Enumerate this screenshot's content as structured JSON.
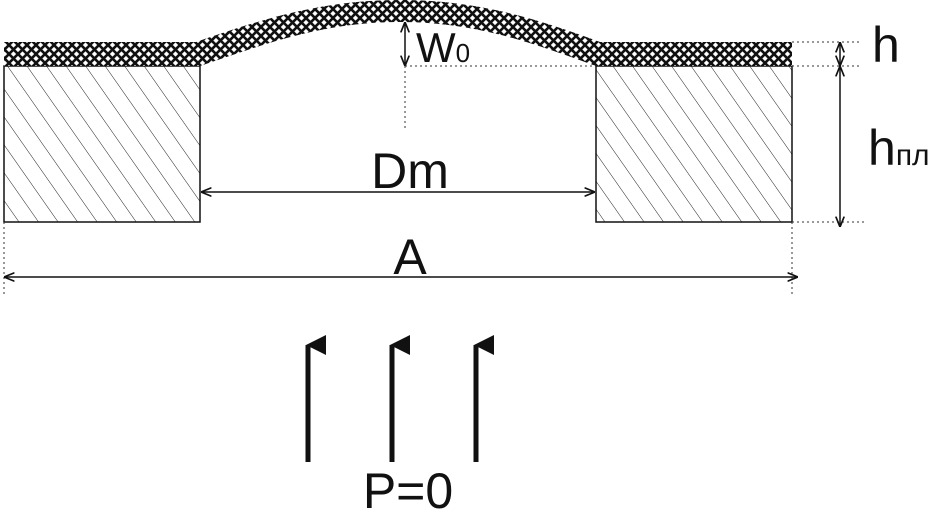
{
  "labels": {
    "w0_main": "W",
    "w0_sub": "0",
    "h": "h",
    "hpl_main": "h",
    "hpl_sub": "пл",
    "dm": "Dm",
    "a": "A",
    "pressure": "P=0"
  },
  "colors": {
    "ink": "#111111",
    "background": "#ffffff"
  }
}
